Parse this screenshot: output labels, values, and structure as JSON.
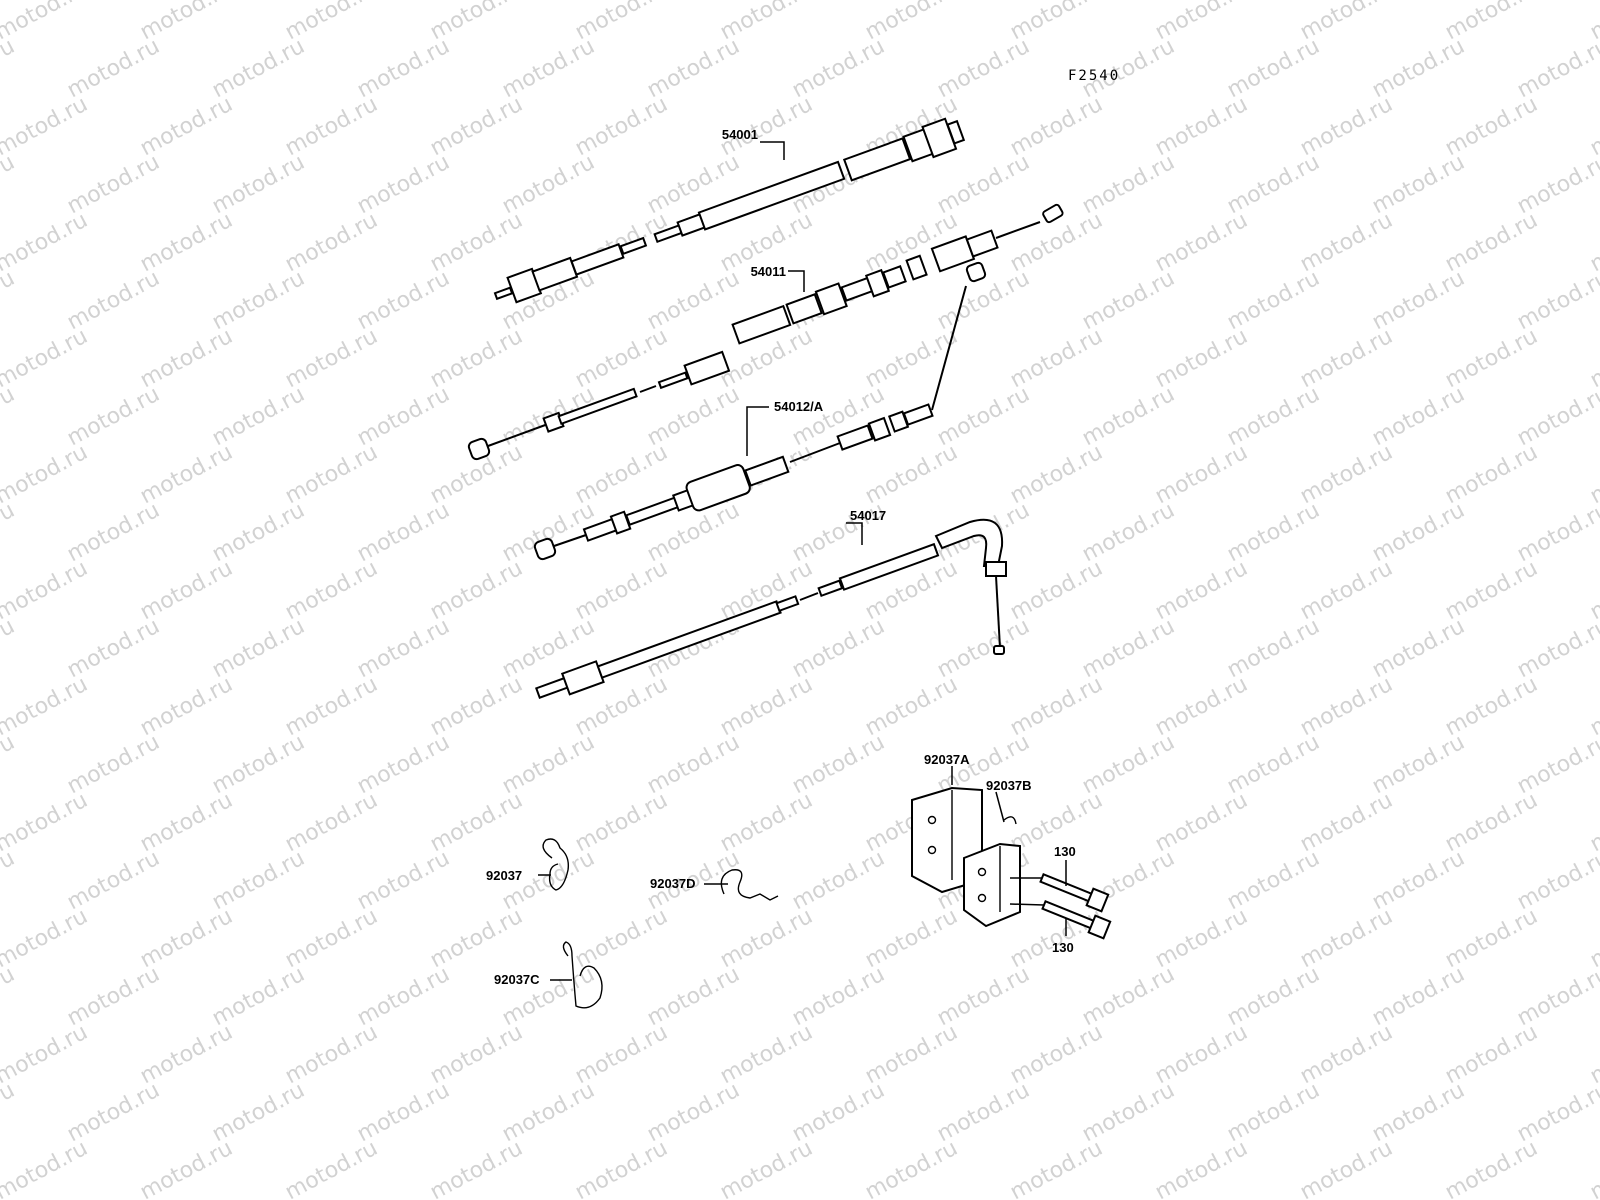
{
  "watermark": "motod.ru",
  "figure_code": "F2540",
  "labels": {
    "p54001": "54001",
    "p54011": "54011",
    "p54012": "54012/A",
    "p54017": "54017",
    "p92037A": "92037A",
    "p92037B": "92037B",
    "p130a": "130",
    "p130b": "130",
    "p92037": "92037",
    "p92037D": "92037D",
    "p92037C": "92037C"
  }
}
